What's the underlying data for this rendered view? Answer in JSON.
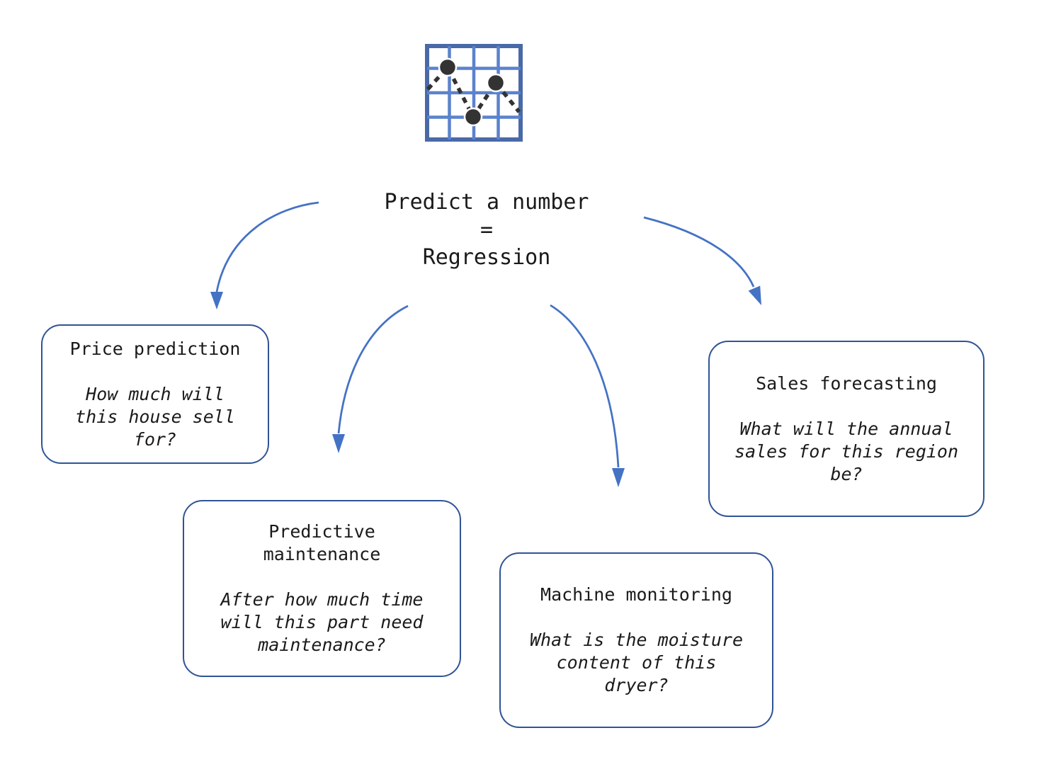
{
  "title": {
    "text": "Predict a number\n=\nRegression"
  },
  "icon": {
    "name": "scatter-chart-icon",
    "description": "grid with three dark points connected by dashed trend line"
  },
  "nodes": [
    {
      "id": "price-prediction",
      "title": "Price prediction",
      "question": "How much will\nthis house sell\nfor?"
    },
    {
      "id": "predictive-maintenance",
      "title": "Predictive\nmaintenance",
      "question": "After how much time\nwill this part need\nmaintenance?"
    },
    {
      "id": "machine-monitoring",
      "title": "Machine monitoring",
      "question": "What is the moisture\ncontent of this\ndryer?"
    },
    {
      "id": "sales-forecasting",
      "title": "Sales forecasting",
      "question": "What will the annual\nsales for this region\nbe?"
    }
  ],
  "colors": {
    "arrow_blue": "#4472C4",
    "box_border_blue": "#2F5496",
    "icon_frame_blue": "#4a69a8",
    "icon_grid_blue": "#5b82cc",
    "icon_point_dark": "#333333",
    "text": "#1a1a1a",
    "background": "#ffffff"
  }
}
